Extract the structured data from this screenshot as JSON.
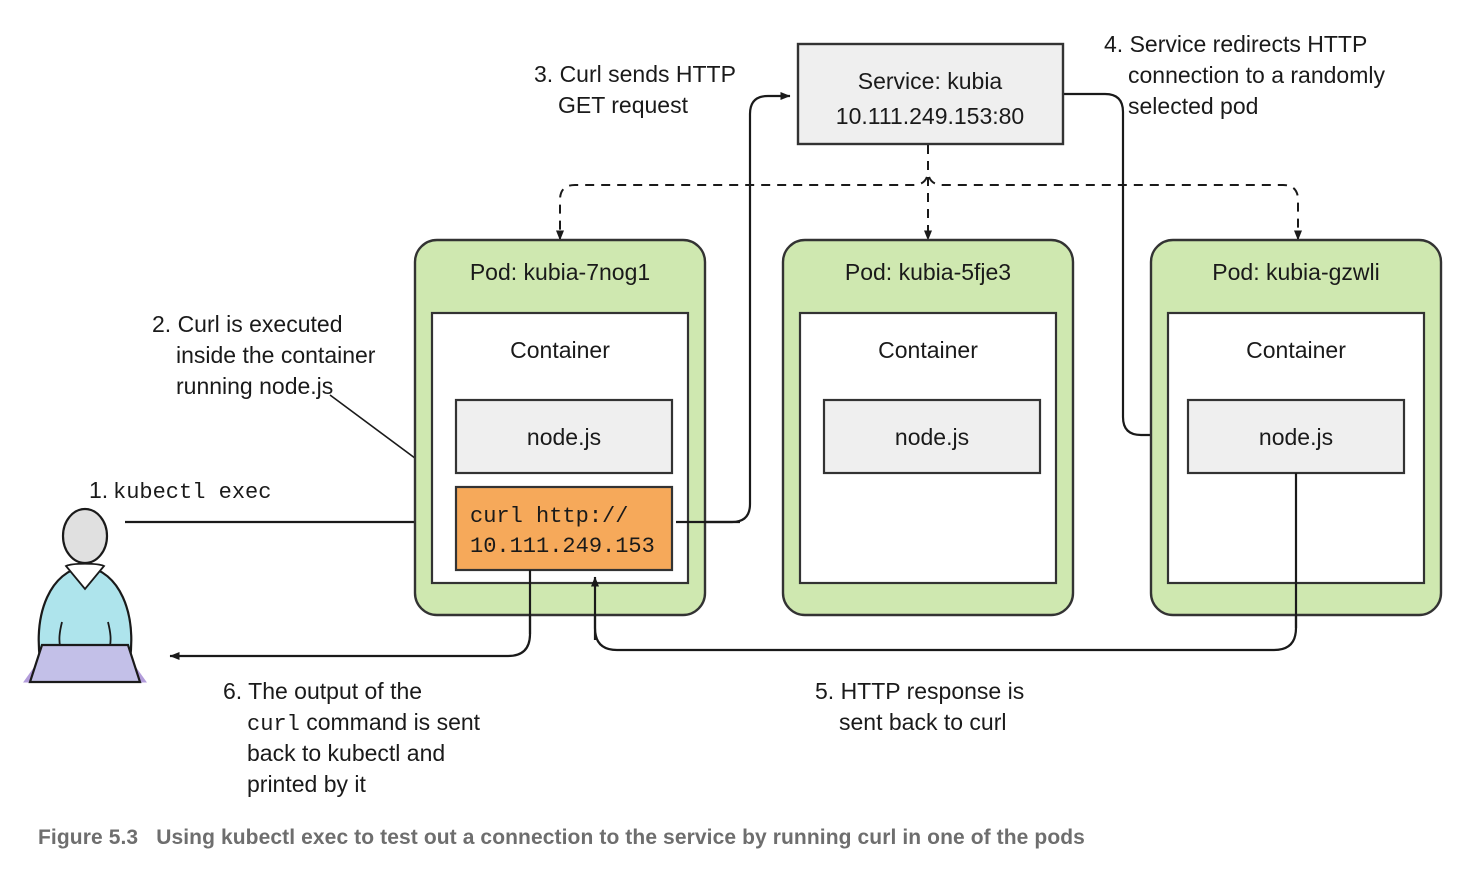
{
  "figure": {
    "caption_label": "Figure 5.3",
    "caption_text": "Using kubectl exec to test out a connection to the service by running curl in one of the pods",
    "caption_color": "#6e6e6e"
  },
  "colors": {
    "pod_green": "#cfe8b0",
    "curl_orange": "#f6a95a",
    "service_gray": "#efefef",
    "nodejs_gray": "#efefef",
    "stroke_dark": "#333333",
    "person_head": "#e0e0e0",
    "person_shirt": "#aee4ec",
    "laptop_top": "#c3c0e8",
    "laptop_base": "#b39ddb",
    "text": "#1a1a1a"
  },
  "service": {
    "title": "Service: kubia",
    "address": "10.111.249.153:80"
  },
  "pods": [
    {
      "title": "Pod: kubia-7nog1",
      "container_label": "Container",
      "nodejs_label": "node.js",
      "curl_line1": "curl http://",
      "curl_line2": "10.111.249.153"
    },
    {
      "title": "Pod: kubia-5fje3",
      "container_label": "Container",
      "nodejs_label": "node.js"
    },
    {
      "title": "Pod: kubia-gzwli",
      "container_label": "Container",
      "nodejs_label": "node.js"
    }
  ],
  "steps": {
    "one": {
      "number": "1.",
      "command": "kubectl exec"
    },
    "two": {
      "line1": "2. Curl is executed",
      "line2": "inside the container",
      "line3": "running node.js"
    },
    "three": {
      "line1": "3. Curl sends HTTP",
      "line2": "GET request"
    },
    "four": {
      "line1": "4. Service redirects HTTP",
      "line2": "connection to a randomly",
      "line3": "selected pod"
    },
    "five": {
      "line1": "5. HTTP response is",
      "line2": "sent back to curl"
    },
    "six": {
      "line1": "6. The output of the",
      "line2_mono": "curl",
      "line2_rest": " command is sent",
      "line3": "back to kubectl and",
      "line4": "printed by it"
    }
  }
}
